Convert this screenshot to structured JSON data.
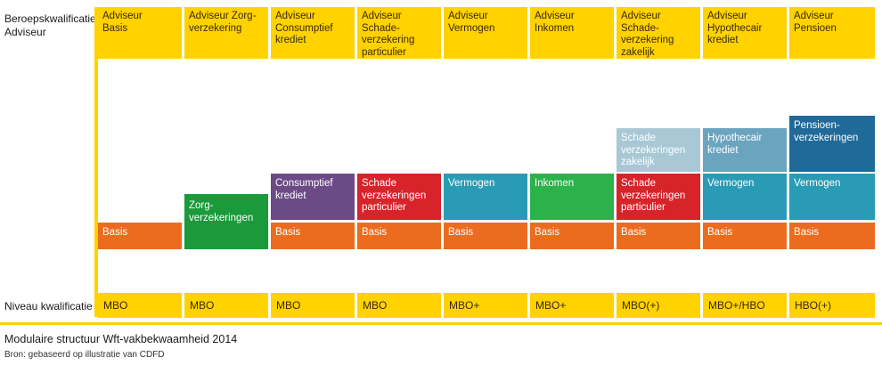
{
  "row_labels": {
    "beroep": [
      "Beroepskwalificatie",
      "Adviseur"
    ],
    "niveau": "Niveau kwalificatie"
  },
  "colors": {
    "yellow": "#ffd200",
    "orange": "#ec6c1f",
    "green": "#1a9a3a",
    "purple": "#6b4a86",
    "red": "#d8232a",
    "teal": "#2a9bb5",
    "lightgreen": "#2bb24a",
    "lightblue": "#a8c8d6",
    "midblue": "#6aa4bf",
    "darkblue": "#1f6a99"
  },
  "columns": [
    {
      "header": [
        "Adviseur",
        "Basis"
      ],
      "level": "MBO",
      "basis": "Basis",
      "mid": null,
      "top": null
    },
    {
      "header": [
        "Adviseur Zorg-",
        "verzekering"
      ],
      "level": "MBO",
      "basis": null,
      "mid": [
        "Zorg-",
        "verzekeringen"
      ],
      "top": null
    },
    {
      "header": [
        "Adviseur",
        "Consumptief",
        "krediet"
      ],
      "level": "MBO",
      "basis": "Basis",
      "mid": [
        "Consumptief",
        "krediet"
      ],
      "top": null
    },
    {
      "header": [
        "Adviseur Schade-",
        "verzekering",
        "particulier"
      ],
      "level": "MBO",
      "basis": "Basis",
      "mid": [
        "Schade",
        "verzekeringen",
        "particulier"
      ],
      "top": null
    },
    {
      "header": [
        "Adviseur",
        "Vermogen"
      ],
      "level": "MBO+",
      "basis": "Basis",
      "mid": [
        "Vermogen"
      ],
      "top": null
    },
    {
      "header": [
        "Adviseur",
        "Inkomen"
      ],
      "level": "MBO+",
      "basis": "Basis",
      "mid": [
        "Inkomen"
      ],
      "top": null
    },
    {
      "header": [
        "Adviseur Schade-",
        "verzekering",
        "zakelijk"
      ],
      "level": "MBO(+)",
      "basis": "Basis",
      "mid": [
        "Schade",
        "verzekeringen",
        "particulier"
      ],
      "top": [
        "Schade",
        "verzekeringen",
        "zakelijk"
      ]
    },
    {
      "header": [
        "Adviseur",
        "Hypothecair",
        "krediet"
      ],
      "level": "MBO+/HBO",
      "basis": "Basis",
      "mid": [
        "Vermogen"
      ],
      "top": [
        "Hypothecair",
        "krediet"
      ]
    },
    {
      "header": [
        "Adviseur",
        "Pensioen"
      ],
      "level": "HBO(+)",
      "basis": "Basis",
      "mid": [
        "Vermogen"
      ],
      "top": [
        "Pensioen-",
        "verzekeringen"
      ]
    }
  ],
  "footer": {
    "title": "Modulaire structuur Wft-vakbekwaamheid 2014",
    "source": "Bron: gebaseerd op illustratie van CDFD"
  }
}
